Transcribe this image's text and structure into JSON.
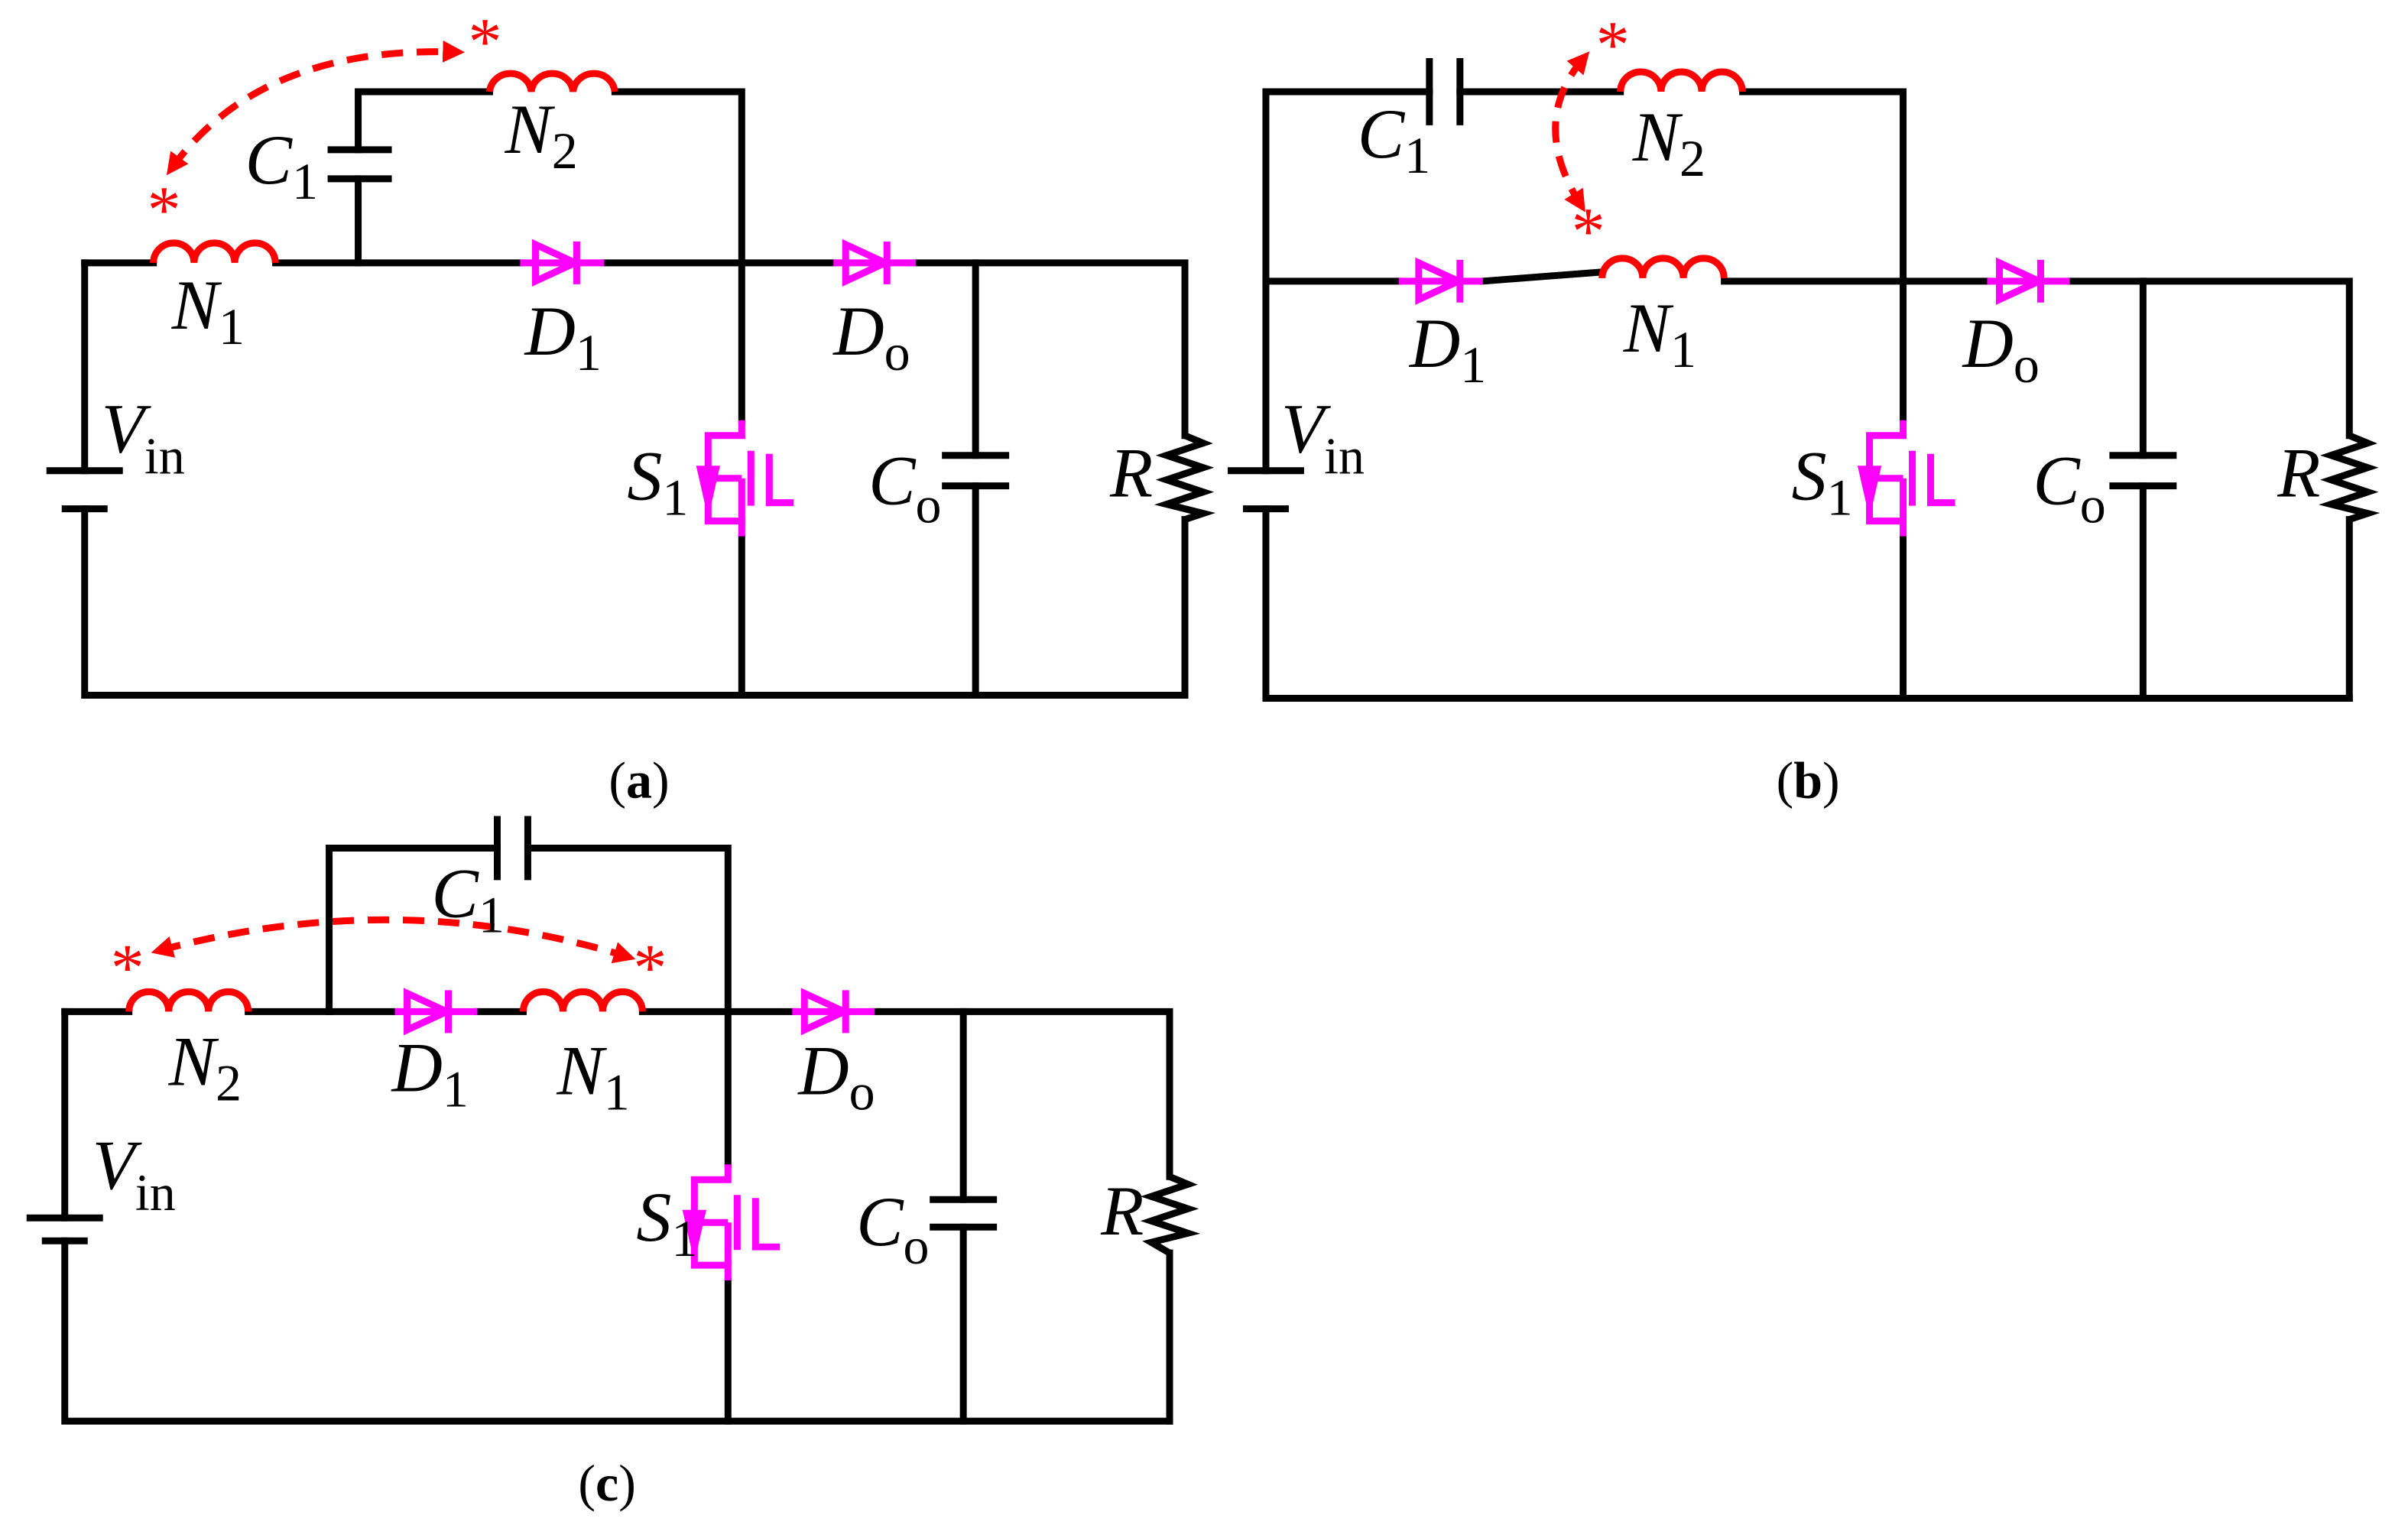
{
  "colors": {
    "wire": "#000000",
    "semiconductor": "#ff00ff",
    "coupling": "#ff0000"
  },
  "panels": {
    "a": {
      "caption": "a",
      "labels": {
        "N1": {
          "main": "N",
          "sub": "1"
        },
        "N2": {
          "main": "N",
          "sub": "2"
        },
        "C1": {
          "main": "C",
          "sub": "1"
        },
        "D1": {
          "main": "D",
          "sub": "1"
        },
        "Do": {
          "main": "D",
          "sub": "o"
        },
        "Vin": {
          "main": "V",
          "sub": "in"
        },
        "S1": {
          "main": "S",
          "sub": "1"
        },
        "Co": {
          "main": "C",
          "sub": "o"
        },
        "R": {
          "main": "R"
        }
      }
    },
    "b": {
      "caption": "b",
      "labels": {
        "C1": {
          "main": "C",
          "sub": "1"
        },
        "N2": {
          "main": "N",
          "sub": "2"
        },
        "D1": {
          "main": "D",
          "sub": "1"
        },
        "N1": {
          "main": "N",
          "sub": "1"
        },
        "Do": {
          "main": "D",
          "sub": "o"
        },
        "Vin": {
          "main": "V",
          "sub": "in"
        },
        "S1": {
          "main": "S",
          "sub": "1"
        },
        "Co": {
          "main": "C",
          "sub": "o"
        },
        "R": {
          "main": "R"
        }
      }
    },
    "c": {
      "caption": "c",
      "labels": {
        "C1": {
          "main": "C",
          "sub": "1"
        },
        "N2": {
          "main": "N",
          "sub": "2"
        },
        "D1": {
          "main": "D",
          "sub": "1"
        },
        "N1": {
          "main": "N",
          "sub": "1"
        },
        "Do": {
          "main": "D",
          "sub": "o"
        },
        "Vin": {
          "main": "V",
          "sub": "in"
        },
        "S1": {
          "main": "S",
          "sub": "1"
        },
        "Co": {
          "main": "C",
          "sub": "o"
        },
        "R": {
          "main": "R"
        }
      }
    }
  }
}
